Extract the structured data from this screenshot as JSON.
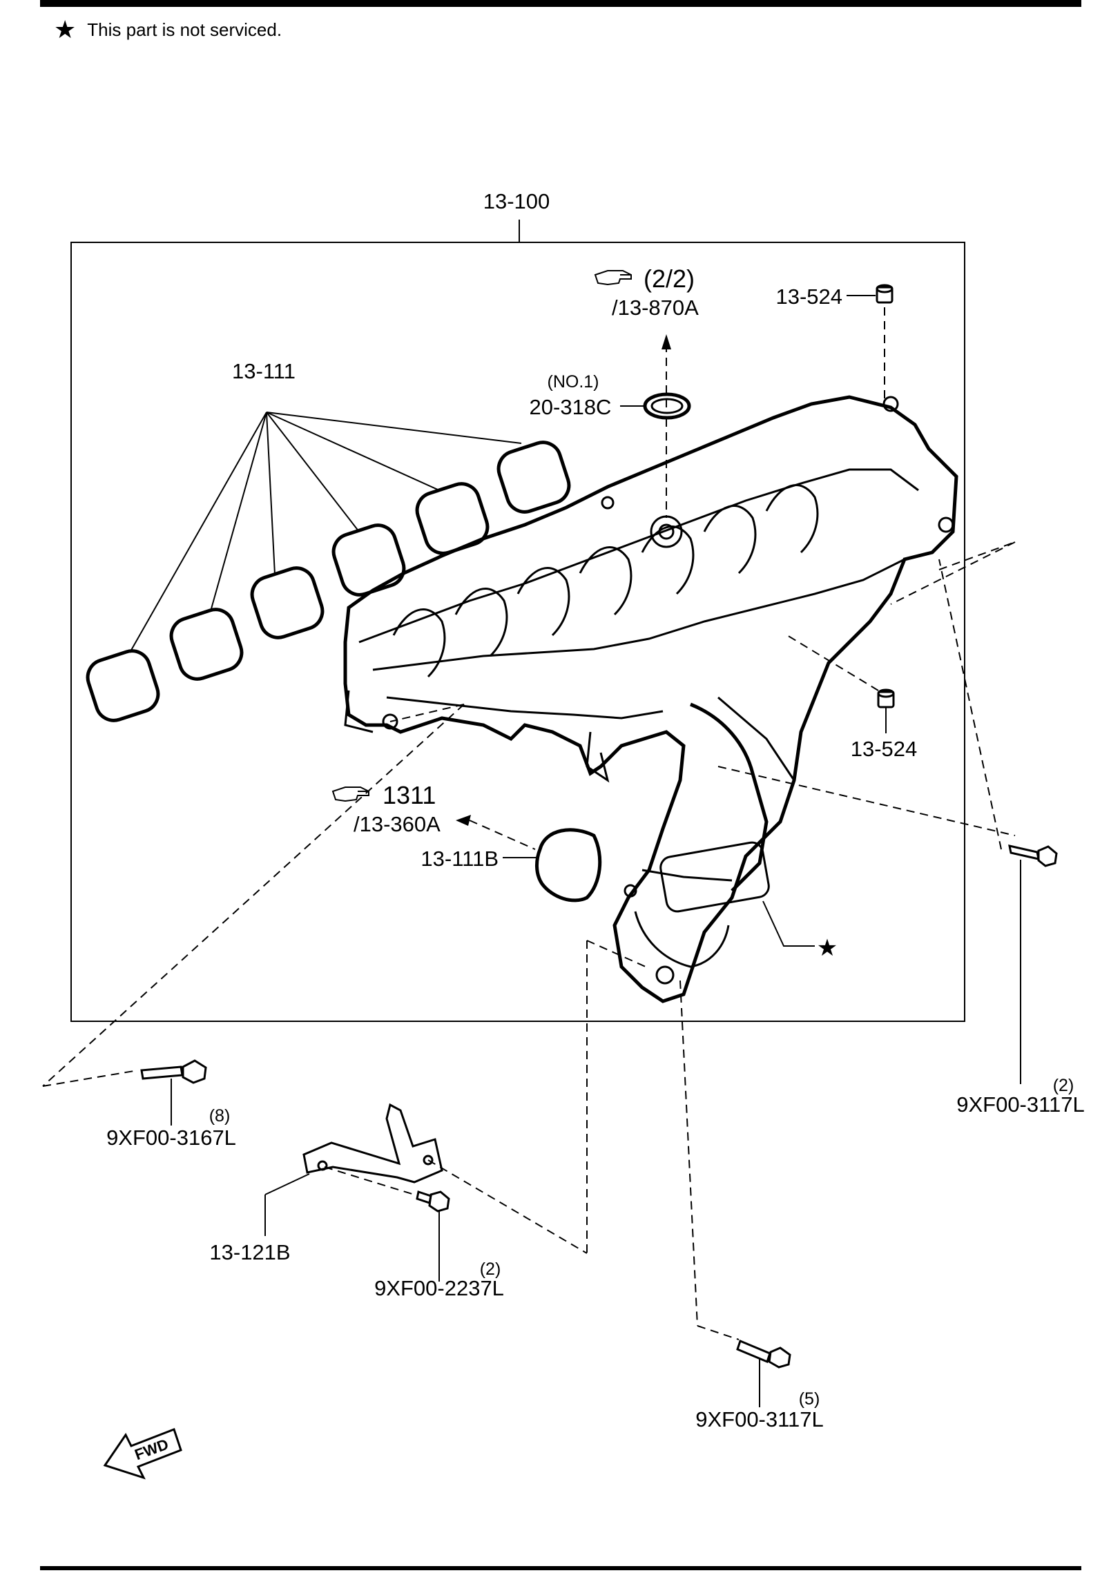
{
  "header": {
    "note_symbol": "★",
    "note_text": "This part is not serviced."
  },
  "callouts": {
    "assembly": "13-100",
    "gaskets": "13-111",
    "ref_top_fraction": "(2/2)",
    "ref_top_code": "/13-870A",
    "cap_upper": "13-524",
    "oring_position": "(NO.1)",
    "oring": "20-318C",
    "cap_lower": "13-524",
    "ref_mid_number": "1311",
    "ref_mid_code": "/13-360A",
    "gasket_b": "13-111B",
    "not_serviced_star": "★",
    "bolt_right_qty": "(2)",
    "bolt_right": "9XF00-3117L",
    "bolt_left_qty": "(8)",
    "bolt_left": "9XF00-3167L",
    "bracket": "13-121B",
    "bolt_bracket_qty": "(2)",
    "bolt_bracket": "9XF00-2237L",
    "bolt_bottom_qty": "(5)",
    "bolt_bottom": "9XF00-3117L",
    "fwd": "FWD"
  },
  "icons": [
    "star-icon",
    "pointing-hand-icon",
    "fwd-arrow-icon"
  ]
}
